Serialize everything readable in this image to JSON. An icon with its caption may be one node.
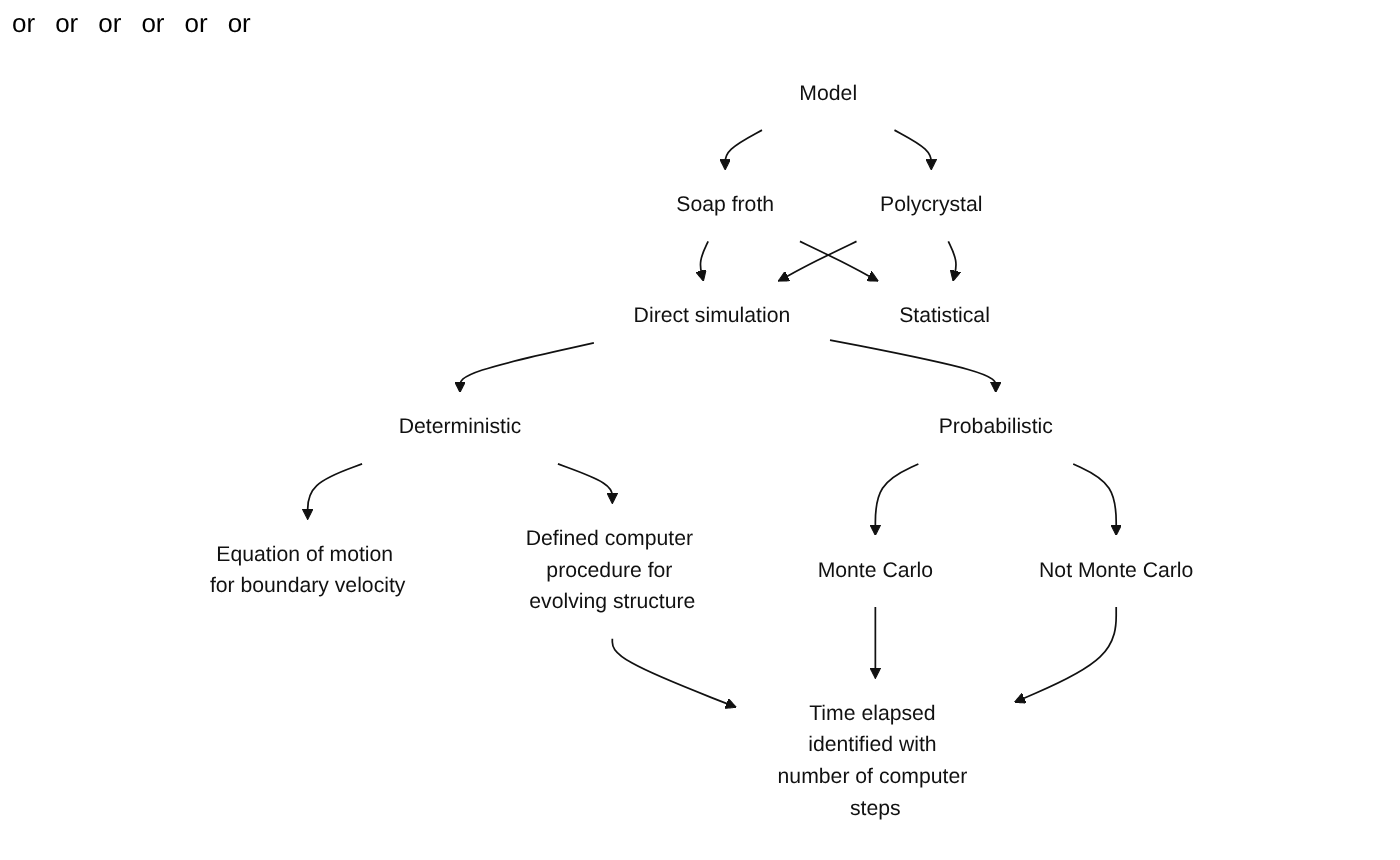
{
  "diagram": {
    "nodes": [
      {
        "text": [
          "Model"
        ]
      },
      {
        "text": [
          "Soap froth"
        ]
      },
      {
        "text": [
          "Polycrystal"
        ]
      },
      {
        "text": [
          "Direct simulation"
        ]
      },
      {
        "text": [
          "Statistical"
        ]
      },
      {
        "text": [
          "Deterministic"
        ]
      },
      {
        "text": [
          "Probabilistic"
        ]
      },
      {
        "text": [
          "Equation of motion for boundary velocity"
        ]
      },
      {
        "text": [
          "Defined computer procedure for evolving structure"
        ]
      },
      {
        "text": [
          "Monte Carlo"
        ]
      },
      {
        "text": [
          "Not Monte Carlo"
        ]
      },
      {
        "text": [
          "Time elapsed identified with number of computer steps"
        ]
      }
    ],
    "edges": [
      {
        "from": 0,
        "to": 1,
        "arrow": "to"
      },
      {
        "from": 0,
        "to": 2,
        "arrow": "to"
      },
      {
        "from": 1,
        "to": 3,
        "arrow": "to"
      },
      {
        "from": 1,
        "to": 4,
        "arrow": "to"
      },
      {
        "from": 2,
        "to": 3,
        "arrow": "to"
      },
      {
        "from": 2,
        "to": 4,
        "arrow": "to"
      },
      {
        "from": 3,
        "to": 5,
        "arrow": "to"
      },
      {
        "from": 3,
        "to": 6,
        "arrow": "to"
      },
      {
        "from": 5,
        "to": 7,
        "arrow": "to"
      },
      {
        "from": 5,
        "to": 8,
        "arrow": "to"
      },
      {
        "from": 6,
        "to": 9,
        "arrow": "to"
      },
      {
        "from": 6,
        "to": 10,
        "arrow": "to"
      },
      {
        "from": 8,
        "to": 11,
        "arrow": "to"
      },
      {
        "from": 9,
        "to": 11,
        "arrow": "to"
      },
      {
        "from": 10,
        "to": 11,
        "arrow": "to"
      }
    ],
    "labels": [
      "or",
      "or",
      "or",
      "or",
      "or",
      "or"
    ]
  }
}
